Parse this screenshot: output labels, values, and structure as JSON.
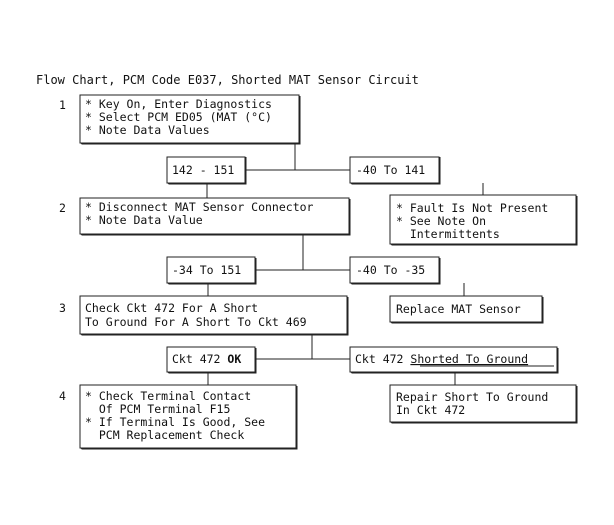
{
  "title": "Flow Chart, PCM Code E037, Shorted MAT Sensor Circuit",
  "steps": [
    {
      "number": "1",
      "lines": [
        "* Key On, Enter Diagnostics",
        "* Select PCM ED05 (MAT (°C)",
        "* Note Data Values"
      ]
    },
    {
      "number": "2",
      "lines": [
        "* Disconnect MAT Sensor Connector",
        "* Note Data Value"
      ]
    },
    {
      "number": "3",
      "lines": [
        "Check Ckt 472 For A Short",
        "To Ground For A Short To Ckt 469"
      ]
    },
    {
      "number": "4",
      "lines": [
        "* Check Terminal Contact",
        "  Of PCM Terminal F15",
        "* If Terminal Is Good, See",
        "  PCM Replacement Check"
      ]
    }
  ],
  "branches": {
    "b1_left": "142 - 151",
    "b1_right": "-40 To 141",
    "b2_left": "-34 To 151",
    "b2_right": "-40 To -35",
    "b3_left_prefix": "Ckt 472 ",
    "b3_left_bold": "OK",
    "b3_right_prefix": "Ckt 472 ",
    "b3_right_underlined": "Shorted To Ground"
  },
  "results": {
    "r1": [
      "* Fault Is Not Present",
      "* See Note On",
      "  Intermittents"
    ],
    "r2": [
      "Replace MAT Sensor"
    ],
    "r3": [
      "Repair Short To Ground",
      "In Ckt 472"
    ]
  }
}
